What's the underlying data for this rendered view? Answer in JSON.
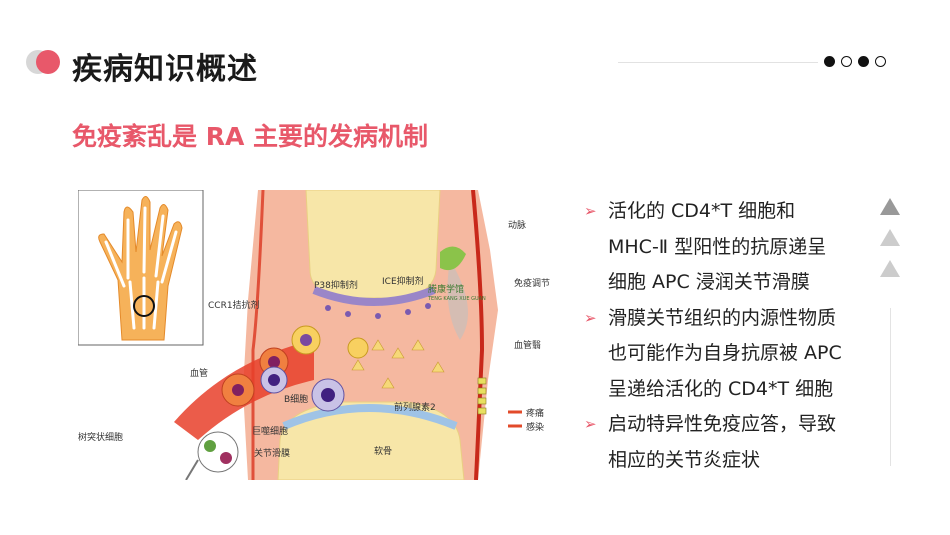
{
  "header": {
    "title": "疾病知识概述"
  },
  "subtitle": "免疫紊乱是 RA 主要的发病机制",
  "pagination": {
    "dots": [
      true,
      false,
      true,
      false
    ]
  },
  "figure": {
    "labels": {
      "artery": "动脉",
      "immune": "免疫调节",
      "vessel_right": "血管翳",
      "ccr1": "CCR1拮抗剂",
      "p38": "P38抑制剂",
      "ice": "ICE抑制剂",
      "vessel_left": "血管",
      "bcell": "B细胞",
      "prostaglandin": "前列腺素2",
      "macrophage": "巨噬细胞",
      "synovium": "关节滑膜",
      "dendritic": "树突状细胞",
      "cartilage": "软骨",
      "pain": "疼痛",
      "infection": "感染",
      "watermark": "腾康学馆",
      "watermark_sub": "TENG KANG XUE GUAN"
    }
  },
  "bullets": [
    {
      "lines": [
        "活化的 CD4*T 细胞和",
        "MHC-Ⅱ 型阳性的抗原递呈",
        "细胞 APC 浸润关节滑膜"
      ]
    },
    {
      "lines": [
        "滑膜关节组织的内源性物质",
        "也可能作为自身抗原被 APC",
        "呈递给活化的 CD4*T 细胞"
      ]
    },
    {
      "lines": [
        "启动特异性免疫应答，导致",
        "相应的关节炎症状"
      ]
    }
  ],
  "colors": {
    "accent": "#e8586a",
    "bone": "#f7e6a8",
    "tissue": "#f5b8a0"
  }
}
